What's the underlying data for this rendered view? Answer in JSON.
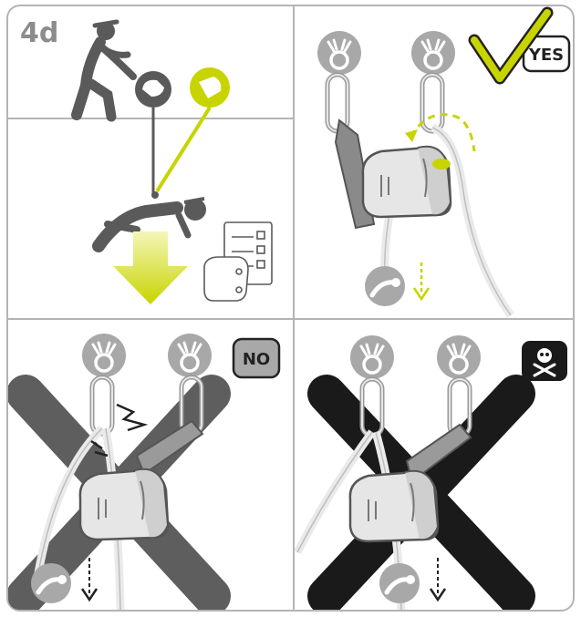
{
  "step_label": "4d",
  "panels": {
    "top_right": {
      "badge_text": "YES",
      "accent_color": "#c8d400"
    },
    "bottom_left": {
      "badge_text": "NO"
    },
    "bottom_right": {
      "badge_icon": "skull-crossbones-icon"
    }
  },
  "colors": {
    "frame": "#b4b4b4",
    "figure": "#5a5a5a",
    "accent": "#c8d400",
    "cross_grey": "#5e5e5e",
    "cross_black": "#1a1a1a",
    "device": "#dcdcdc",
    "anchor": "#a8a8a8"
  }
}
